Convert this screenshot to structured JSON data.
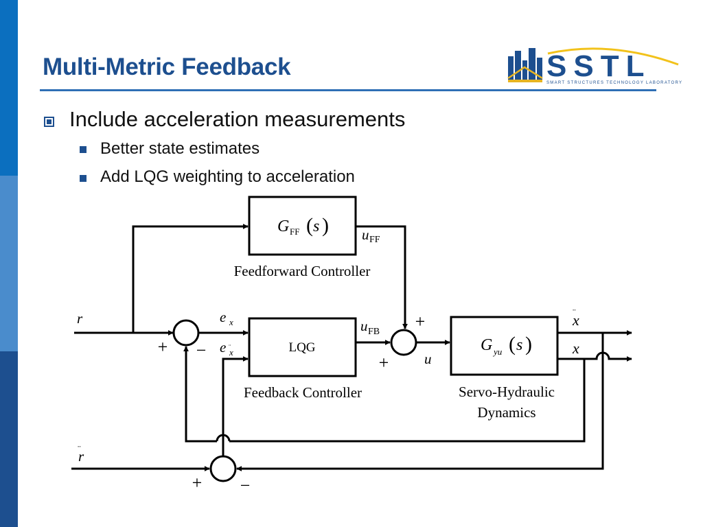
{
  "slide": {
    "title": "Multi-Metric Feedback",
    "logo_text": "SSTL",
    "logo_tagline": "SMART STRUCTURES TECHNOLOGY LABORATORY",
    "bullets": [
      {
        "level": 1,
        "text": "Include acceleration measurements"
      },
      {
        "level": 2,
        "text": "Better state estimates"
      },
      {
        "level": 2,
        "text": "Add LQG weighting to acceleration"
      }
    ]
  },
  "diagram": {
    "blocks": {
      "feedforward": {
        "symbol": "G",
        "subscript": "FF",
        "arg": "s",
        "caption": "Feedforward Controller"
      },
      "feedback": {
        "label": "LQG",
        "caption": "Feedback Controller"
      },
      "plant": {
        "symbol": "G",
        "subscript": "yu",
        "arg": "s",
        "caption_line1": "Servo-Hydraulic",
        "caption_line2": "Dynamics"
      }
    },
    "signals": {
      "r": "r",
      "r_ddot": "r",
      "e_x": "e",
      "e_x_sub": "x",
      "e_xddot": "e",
      "e_xddot_sub": "x",
      "u_ff": "u",
      "u_ff_sub": "FF",
      "u_fb": "u",
      "u_fb_sub": "FB",
      "u": "u",
      "x_ddot": "x",
      "x": "x"
    },
    "signs": {
      "sum1_left": "+",
      "sum1_bottom": "−",
      "sum2_top": "+",
      "sum2_bottom": "+",
      "sum3_left": "+",
      "sum3_right": "−"
    }
  }
}
